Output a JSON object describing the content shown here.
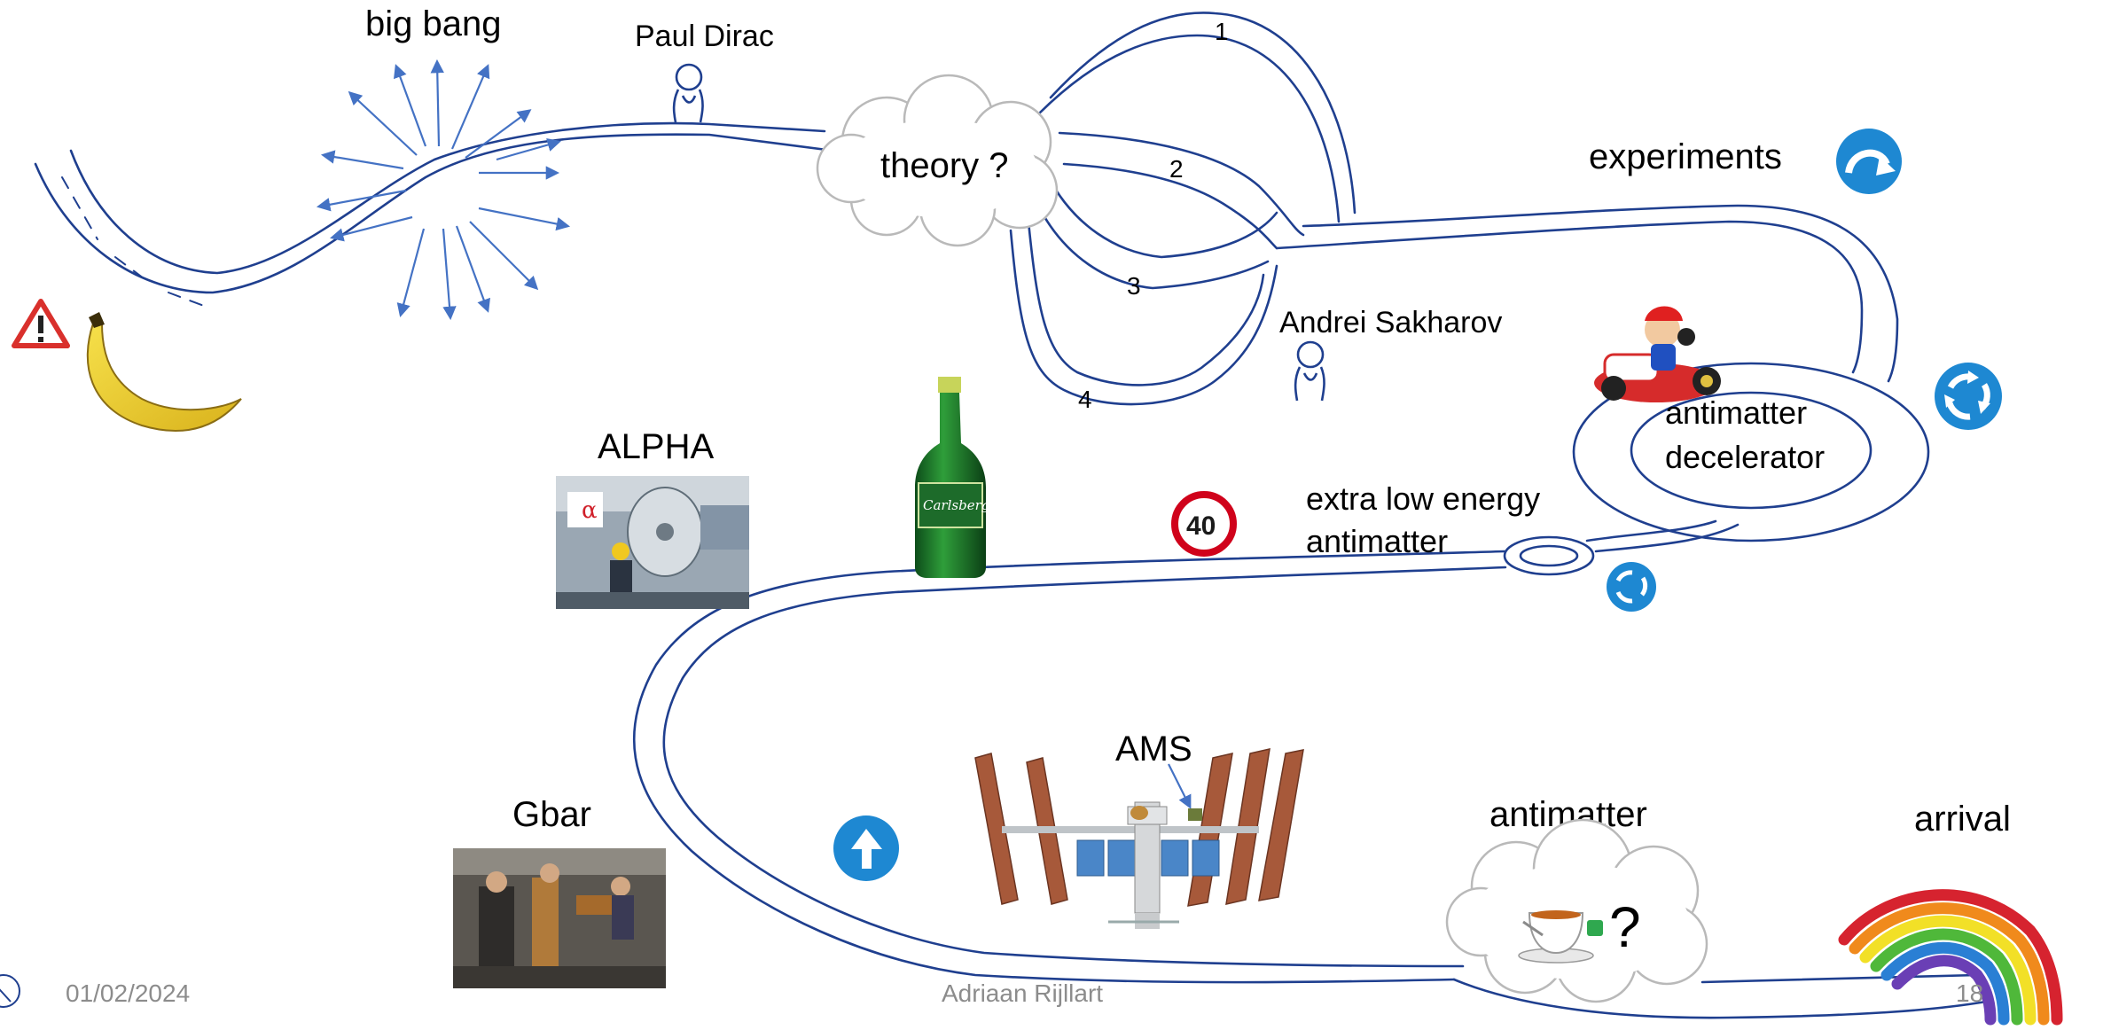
{
  "labels": {
    "big_bang": "big bang",
    "paul_dirac": "Paul Dirac",
    "theory": "theory ?",
    "experiments": "experiments",
    "andrei_sakharov": "Andrei Sakharov",
    "antimatter_decelerator_line1": "antimatter",
    "antimatter_decelerator_line2": "decelerator",
    "alpha": "ALPHA",
    "extra_low_energy_line1": "extra low energy",
    "extra_low_energy_line2": "antimatter",
    "speed_limit": "40",
    "ams": "AMS",
    "gbar": "Gbar",
    "antimatter": "antimatter",
    "question_mark": "?",
    "arrival": "arrival",
    "route_1": "1",
    "route_2": "2",
    "route_3": "3",
    "route_4": "4",
    "beer_label": "Carlsberg"
  },
  "footer": {
    "date": "01/02/2024",
    "author": "Adriaan Rijllart",
    "page_number": "18"
  },
  "colors": {
    "road": "#1f3f8f",
    "arrows": "#4472c4",
    "sign_blue": "#1e88d2",
    "warning_red": "#d9302c",
    "speed_red": "#d0021b",
    "footer_text": "#8c8c8c"
  },
  "icons": [
    "warning-triangle-icon",
    "banana-icon",
    "person-icon",
    "turn-right-sign-icon",
    "roundabout-sign-icon",
    "straight-ahead-sign-icon",
    "speed-limit-sign-icon",
    "beer-bottle-icon",
    "kart-icon",
    "space-station-icon",
    "teacup-icon",
    "rainbow-icon",
    "cloud-icon"
  ]
}
